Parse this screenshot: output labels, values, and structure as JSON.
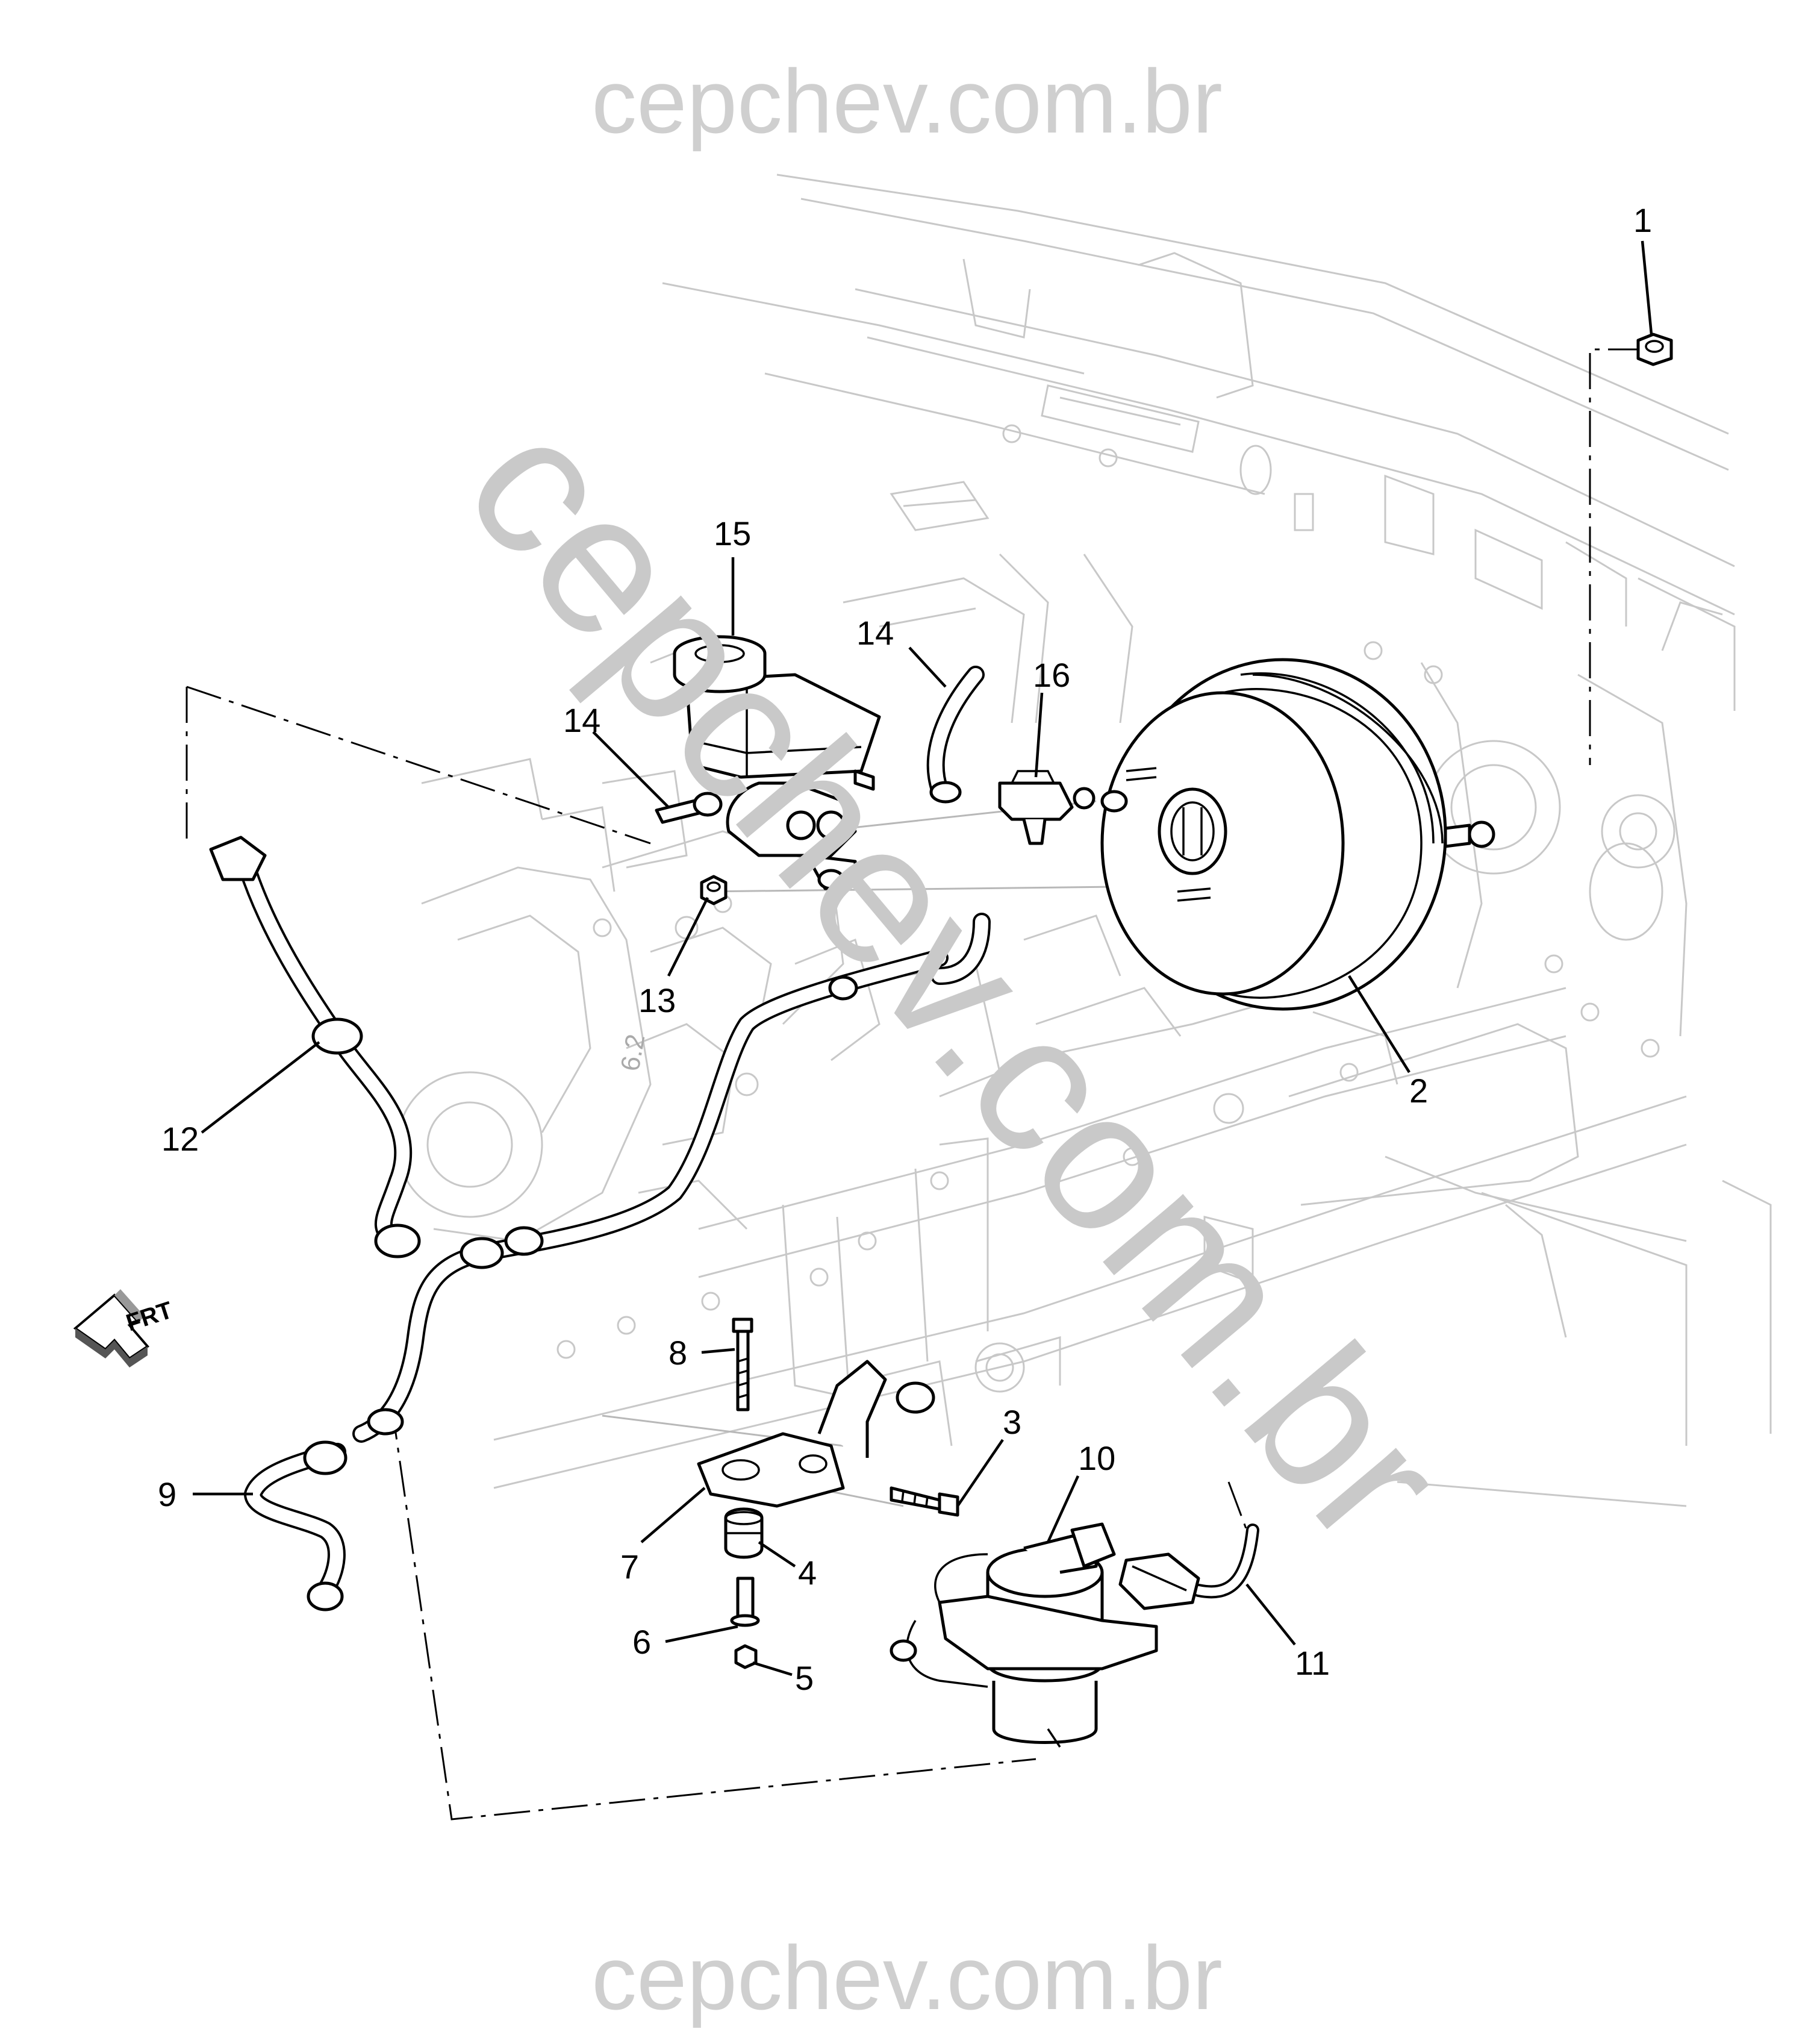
{
  "watermark": {
    "top": "cepchev.com.br",
    "bottom": "cepchev.com.br",
    "diagonal": "cepchev.com.br"
  },
  "direction_marker": {
    "label": "FRT",
    "icon": "front-direction-arrow-icon"
  },
  "callouts": [
    {
      "id": "1",
      "label": "1"
    },
    {
      "id": "2",
      "label": "2"
    },
    {
      "id": "3",
      "label": "3"
    },
    {
      "id": "4",
      "label": "4"
    },
    {
      "id": "5",
      "label": "5"
    },
    {
      "id": "6",
      "label": "6"
    },
    {
      "id": "7",
      "label": "7"
    },
    {
      "id": "8",
      "label": "8"
    },
    {
      "id": "9",
      "label": "9"
    },
    {
      "id": "10",
      "label": "10"
    },
    {
      "id": "11",
      "label": "11"
    },
    {
      "id": "12",
      "label": "12"
    },
    {
      "id": "13",
      "label": "13"
    },
    {
      "id": "14a",
      "label": "14"
    },
    {
      "id": "14b",
      "label": "14"
    },
    {
      "id": "15",
      "label": "15"
    },
    {
      "id": "16",
      "label": "16"
    }
  ],
  "engine_mark": "6.2"
}
